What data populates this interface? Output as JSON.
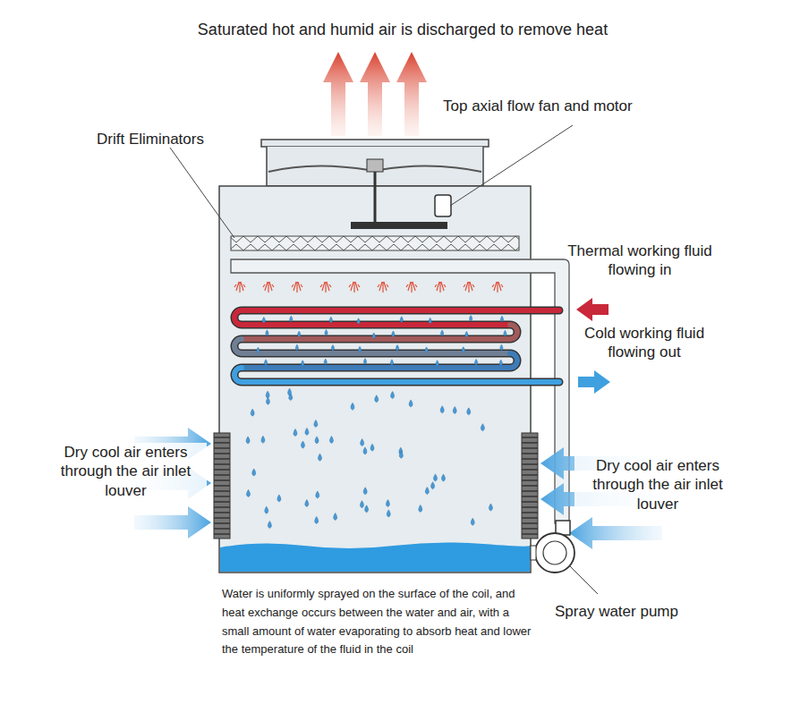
{
  "diagram": {
    "caption": "Water is uniformly sprayed on the surface of the coil, and heat exchange occurs between the water and air, with a small amount of water evaporating to absorb heat and lower the temperature of the fluid in the coil",
    "labels": [
      "Saturated hot and humid air is discharged to remove heat",
      "Top axial flow fan and motor",
      "Drift Eliminators",
      "Thermal working fluid flowing in",
      "Cold working fluid flowing out",
      "Dry cool air enters through the air inlet louver",
      "Dry cool air enters through the air inlet louver",
      "Spray water pump"
    ]
  }
}
